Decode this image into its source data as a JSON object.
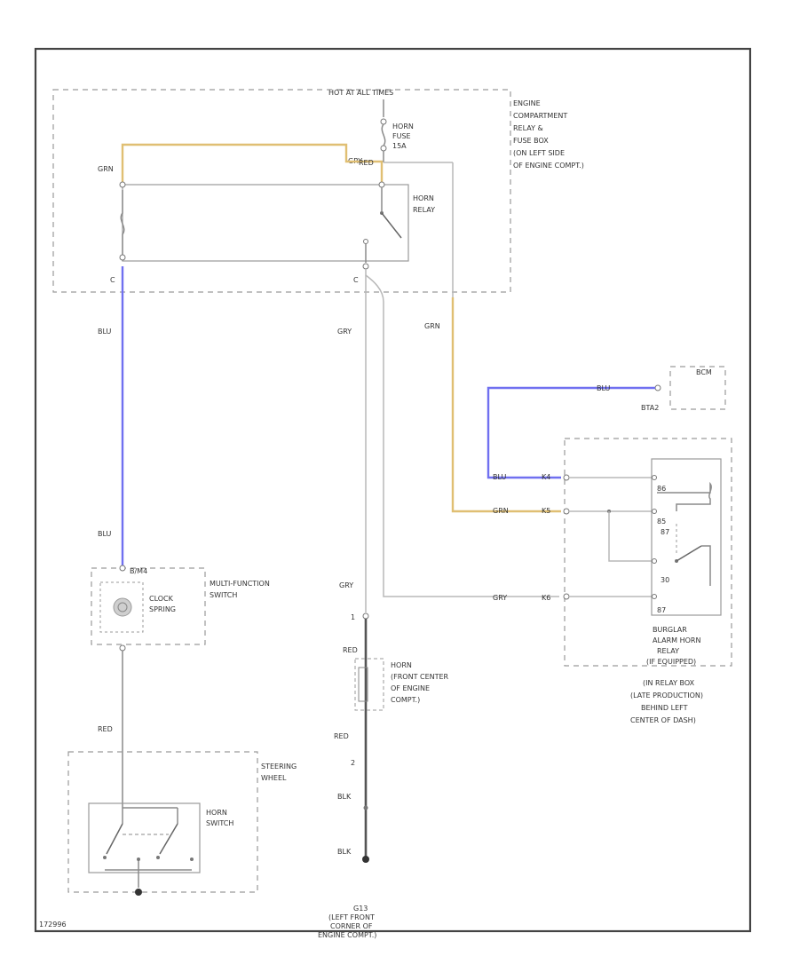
{
  "diagram": {
    "hot_label": "HOT AT ALL TIMES",
    "engine_box": {
      "lines": [
        "ENGINE",
        "COMPARTMENT",
        "RELAY &",
        "FUSE BOX",
        "(ON LEFT SIDE",
        "OF ENGINE COMPT.)"
      ],
      "fuse_lines": [
        "HORN",
        "FUSE",
        "15A"
      ],
      "relay_lines": [
        "HORN",
        "RELAY"
      ]
    },
    "wire_labels": {
      "grn_top_left": "GRN",
      "grn_top_mid": "GRY",
      "red_top": "RED",
      "blu_upper": "BLU",
      "gry_mid": "GRY",
      "grn_right": "GRN",
      "blu_lower": "BLU",
      "gry_right": "GRY",
      "gry_horn": "GRY",
      "red_horn1": "RED",
      "red_horn2": "RED",
      "blk1": "BLK",
      "blk2": "BLK",
      "red_steer": "RED",
      "blu_bcm": "BLU",
      "grn_bcm": "GRN",
      "gry_bcm": "GRY"
    },
    "pins": {
      "p_c": "C",
      "p_c2": "C",
      "p_k4": "K4",
      "p_k5": "K5",
      "p_k6": "K6",
      "p_30": "30",
      "p_87": "87",
      "p_85": "85",
      "p_86": "86",
      "p_b": "B",
      "p_1": "1",
      "p_2": "2"
    },
    "bcm": {
      "lines": [
        "BCM"
      ],
      "sub": "BTA2"
    },
    "burglar": {
      "lines": [
        "BURGLAR",
        "ALARM HORN",
        "RELAY",
        "(IF EQUIPPED)",
        "(IN RELAY BOX",
        "(LATE PRODUCTION)",
        "BEHIND LEFT",
        "CENTER OF DASH)"
      ]
    },
    "multifunction": {
      "lines": [
        "MULTI-FUNCTION",
        "SWITCH"
      ],
      "spring_lines": [
        "CLOCK",
        "SPRING"
      ],
      "conn": "B/M4"
    },
    "horn": {
      "lines": [
        "HORN",
        "(FRONT CENTER",
        "OF ENGINE",
        "COMPT.)"
      ]
    },
    "steering": {
      "lines": [
        "STEERING",
        "WHEEL"
      ],
      "switch_lines": [
        "HORN",
        "SWITCH"
      ]
    },
    "ground": {
      "lines": [
        "G13",
        "(LEFT FRONT",
        "CORNER OF",
        "ENGINE COMPT.)"
      ]
    },
    "footer_code": "172996"
  }
}
